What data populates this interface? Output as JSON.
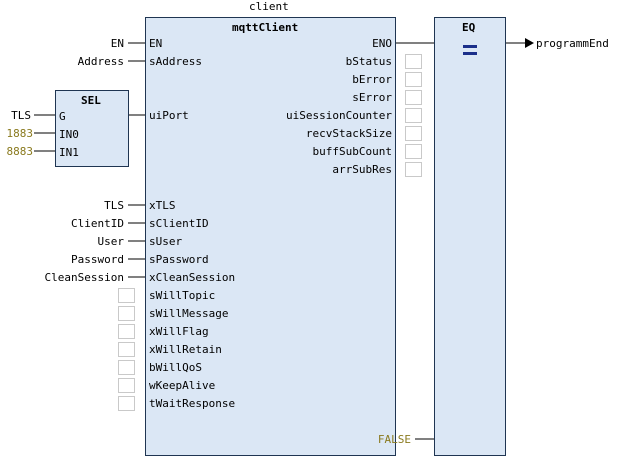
{
  "instance_name": "client",
  "mqtt": {
    "type": "mqttClient",
    "inputs": [
      "EN",
      "sAddress",
      "uiPort",
      "xTLS",
      "sClientID",
      "sUser",
      "sPassword",
      "xCleanSession",
      "sWillTopic",
      "sWillMessage",
      "xWillFlag",
      "xWillRetain",
      "bWillQoS",
      "wKeepAlive",
      "tWaitResponse"
    ],
    "outputs": [
      "ENO",
      "bStatus",
      "bError",
      "sError",
      "uiSessionCounter",
      "recvStackSize",
      "buffSubCount",
      "arrSubRes"
    ]
  },
  "sel": {
    "type": "SEL",
    "inputs": [
      "G",
      "IN0",
      "IN1"
    ]
  },
  "eq": {
    "type": "EQ"
  },
  "connections": {
    "en": "EN",
    "address": "Address",
    "sel_g": "TLS",
    "sel_in0": "1883",
    "sel_in1": "8883",
    "tls": "TLS",
    "client_id": "ClientID",
    "user": "User",
    "password": "Password",
    "clean_session": "CleanSession",
    "eq_in2": "FALSE",
    "output": "programmEnd"
  },
  "colors": {
    "block_fill": "#dbe7f5",
    "block_border": "#1f3552",
    "literal": "#8a7a1e",
    "eq_symbol": "#1b2f8a"
  }
}
